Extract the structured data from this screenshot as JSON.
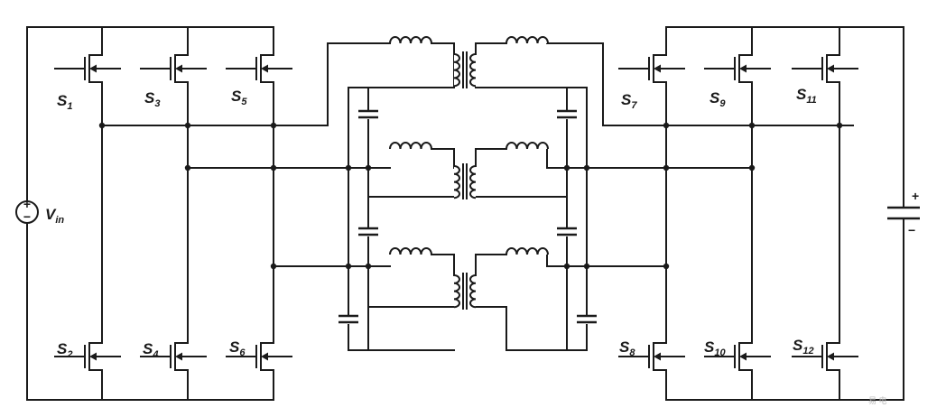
{
  "diagram": {
    "source_label": "V",
    "source_label_sub": "in",
    "source_plus": "+",
    "source_minus": "−",
    "cap_plus": "+",
    "cap_minus": "−",
    "switches": [
      {
        "id": "S1",
        "main": "S",
        "sub": "1"
      },
      {
        "id": "S3",
        "main": "S",
        "sub": "3"
      },
      {
        "id": "S5",
        "main": "S",
        "sub": "5"
      },
      {
        "id": "S2",
        "main": "S",
        "sub": "2"
      },
      {
        "id": "S4",
        "main": "S",
        "sub": "4"
      },
      {
        "id": "S6",
        "main": "S",
        "sub": "6"
      },
      {
        "id": "S7",
        "main": "S",
        "sub": "7"
      },
      {
        "id": "S9",
        "main": "S",
        "sub": "9"
      },
      {
        "id": "S11",
        "main": "S",
        "sub": "11"
      },
      {
        "id": "S8",
        "main": "S",
        "sub": "8"
      },
      {
        "id": "S10",
        "main": "S",
        "sub": "10"
      },
      {
        "id": "S12",
        "main": "S",
        "sub": "12"
      }
    ],
    "watermark": "易 电"
  },
  "colors": {
    "line": "#1a1a1a",
    "background": "#ffffff"
  }
}
